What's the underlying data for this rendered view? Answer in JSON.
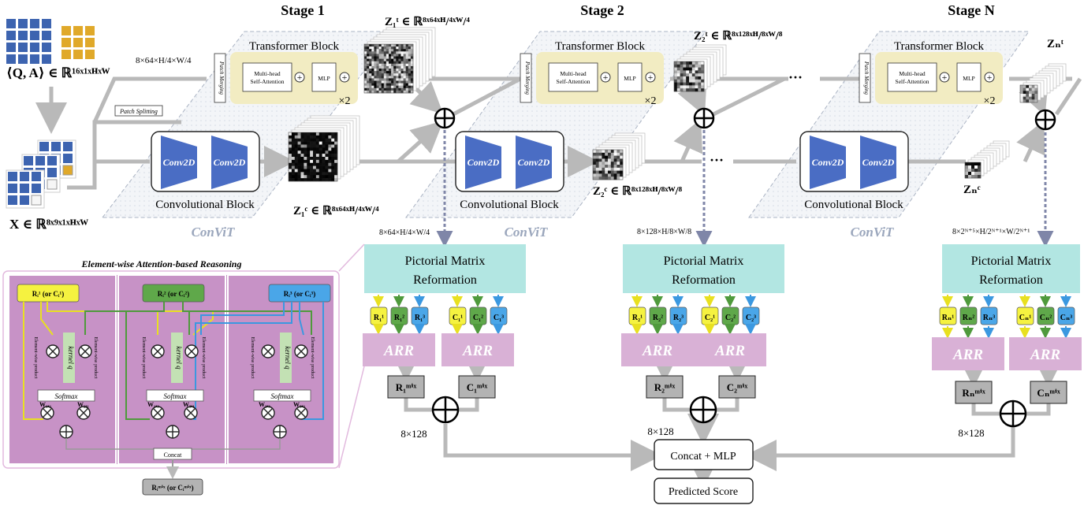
{
  "stages": {
    "s1": "Stage 1",
    "s2": "Stage 2",
    "sN": "Stage N"
  },
  "inputs": {
    "qa": "⟨Q, A⟩ ∈ ℝ¹⁶ˣ¹ˣᴴˣᵂ",
    "x": "X ∈ ℝ⁸ˣ⁹ˣ¹ˣᴴˣᵂ",
    "patch_splitting": "Patch Splitting"
  },
  "blocks": {
    "transformer": "Transformer Block",
    "convolutional": "Convolutional Block",
    "patch_merging": "Patch Merging",
    "mhsa_line1": "Multi-head",
    "mhsa_line2": "Self-Attention",
    "mlp": "MLP",
    "times2": "×2",
    "conv2d": "Conv2D",
    "convit": "ConViT"
  },
  "dims": {
    "s1_in": "8×64×H/4×W/4",
    "s1_pmr": "8×64×H/4×W/4",
    "s2_pmr": "8×128×H/8×W/8",
    "sN_pmr": "8×2ᴺ⁺⁵×H/2ᴺ⁺¹×W/2ᴺ⁺¹",
    "z1t": "Z₁ᵗ ∈ ℝ⁸ˣ⁶⁴ˣᴴ/⁴ˣᵂ/⁴",
    "z1c": "Z₁ᶜ ∈ ℝ⁸ˣ⁶⁴ˣᴴ/⁴ˣᵂ/⁴",
    "z2t": "Z₂ᵗ ∈ ℝ⁸ˣ¹²⁸ˣᴴ/⁸ˣᵂ/⁸",
    "z2c": "Z₂ᶜ ∈ ℝ⁸ˣ¹²⁸ˣᴴ/⁸ˣᵂ/⁸",
    "zNt": "Zₙᵗ",
    "zNc": "Zₙᶜ",
    "ellipsis": "···"
  },
  "pmr": {
    "line1": "Pictorial Matrix",
    "line2": "Reformation"
  },
  "arr": "ARR",
  "mix": {
    "r1": "R₁ᵐⁱˣ",
    "c1": "C₁ᵐⁱˣ",
    "r2": "R₂ᵐⁱˣ",
    "c2": "C₂ᵐⁱˣ",
    "rN": "Rₙᵐⁱˣ",
    "cN": "Cₙᵐⁱˣ",
    "out_dim": "8×128"
  },
  "chips": {
    "s1_r": [
      "R₁¹",
      "R₁²",
      "R₁³"
    ],
    "s1_c": [
      "C₁¹",
      "C₁²",
      "C₁³"
    ],
    "s2_r": [
      "R₂¹",
      "R₂²",
      "R₂³"
    ],
    "s2_c": [
      "C₂¹",
      "C₂²",
      "C₂³"
    ],
    "sN_r": [
      "Rₙ¹",
      "Rₙ²",
      "Rₙ³"
    ],
    "sN_c": [
      "Cₙ¹",
      "Cₙ²",
      "Cₙ³"
    ]
  },
  "head": {
    "concat_mlp": "Concat + MLP",
    "predicted": "Predicted Score"
  },
  "ear": {
    "title": "Element-wise Attention-based Reasoning",
    "in1": "Rᵢ¹ (or Cᵢ¹)",
    "in2": "Rᵢ² (or Cᵢ²)",
    "in3": "Rᵢ³ (or Cᵢ³)",
    "kernel": "kernel q",
    "ewp": "Element-wise product",
    "softmax": "Softmax",
    "w12": "W₁,₂",
    "w13": "W₁,₃",
    "w21": "W₂,₁",
    "w23": "W₂,₃",
    "w31": "W₃,₁",
    "w32": "W₃,₂",
    "concat": "Concat",
    "out": "Rᵢᵐⁱˣ (or Cᵢᵐⁱˣ)"
  },
  "colors": {
    "yellow": "#f5f240",
    "green": "#5fa84a",
    "blue": "#4aa6e8",
    "pmr": "#b2e6e2",
    "arr": "#d9b1d6",
    "transformer": "#f2ecc2",
    "conv": "#4a6dc4",
    "purple_panel": "#c792c6",
    "arrow": "#b9b9b9"
  }
}
